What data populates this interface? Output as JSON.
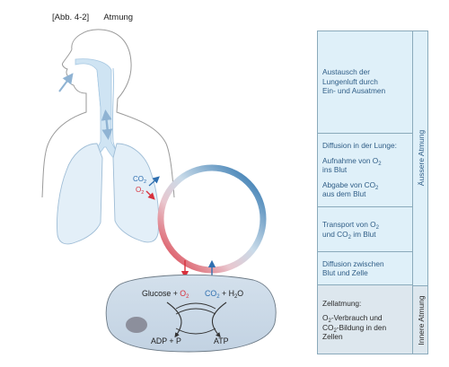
{
  "figure": {
    "number": "[Abb. 4-2]",
    "title": "Atmung"
  },
  "diagram": {
    "lung_labels": {
      "co2": "CO",
      "co2_sub": "2",
      "o2": "O",
      "o2_sub": "2"
    },
    "cell": {
      "glucose": "Glucose + ",
      "o2": "O",
      "o2_sub": "2",
      "co2": "CO",
      "co2_sub": "2",
      "plus_h2o": " + H",
      "h2o_sub": "2",
      "h2o_end": "O",
      "adp": "ADP + P",
      "atp": "ATP"
    }
  },
  "panel": {
    "tab_outer": "Äussere Atmung",
    "tab_inner": "Innere Atmung",
    "seg1": {
      "l1": "Austausch der",
      "l2": "Lungenluft durch",
      "l3": "Ein- und Ausatmen"
    },
    "seg2": {
      "heading": "Diffusion in der Lunge:",
      "a1": "Aufnahme von O",
      "a1_sub": "2",
      "a2": "ins Blut",
      "b1": "Abgabe von CO",
      "b1_sub": "2",
      "b2": "aus dem Blut"
    },
    "seg3": {
      "l1": "Transport von O",
      "l1_sub": "2",
      "l2a": "und CO",
      "l2_sub": "2",
      "l2b": " im Blut"
    },
    "seg4": {
      "l1": "Diffusion zwischen",
      "l2": "Blut und Zelle"
    },
    "seg5": {
      "heading": "Zellatmung:",
      "l1": "O",
      "l1_sub": "2",
      "l1b": "-Verbrauch und",
      "l2": "CO",
      "l2_sub": "2",
      "l2b": "-Bildung in den",
      "l3": "Zellen"
    }
  },
  "colors": {
    "accent_blue": "#2f6fb0",
    "accent_red": "#d8303c",
    "panel_fill": "#dff0f9",
    "inner_fill": "#dde7ee"
  }
}
